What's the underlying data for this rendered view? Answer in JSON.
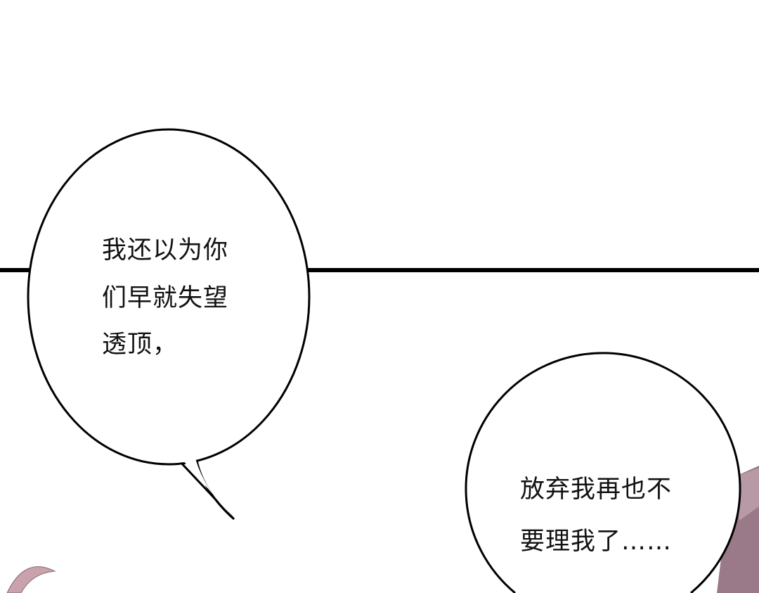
{
  "bubble_left": {
    "lines": [
      "我还以为你",
      "们早就失望",
      "透顶，"
    ]
  },
  "bubble_right": {
    "lines": [
      "放弃我再也不",
      "要理我了……"
    ]
  },
  "colors": {
    "ink": "#000000",
    "hair_left": "#c9a2ac",
    "hair_right": "#9a7a88"
  }
}
